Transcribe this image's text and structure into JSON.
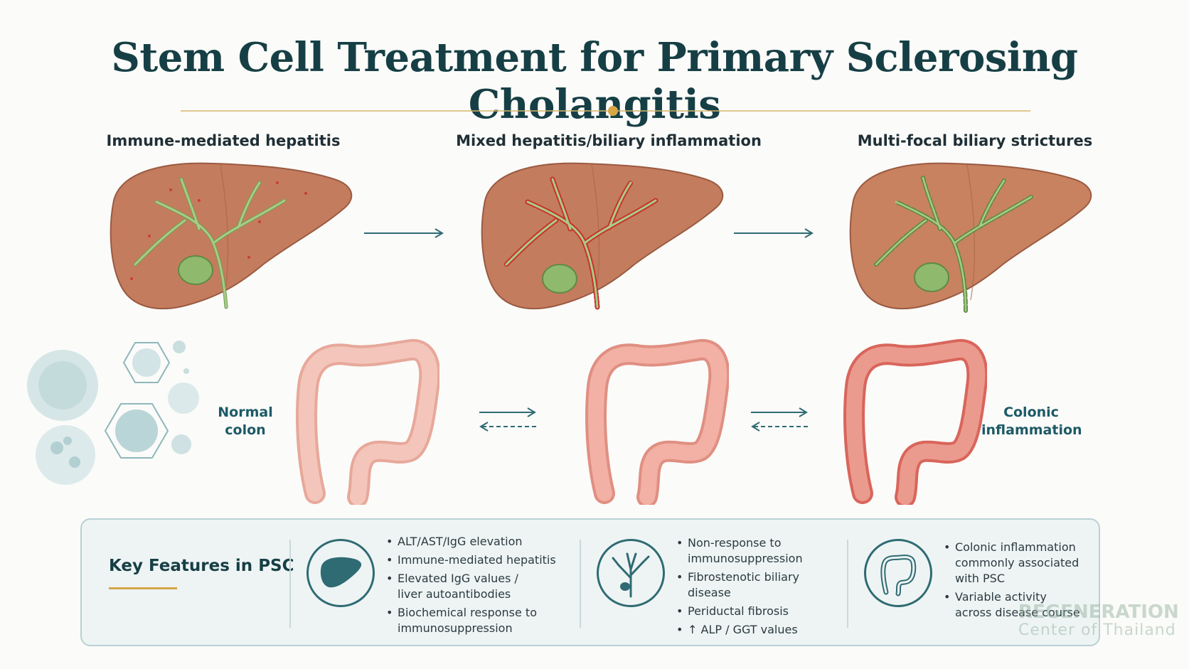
{
  "title": "Stem Cell Treatment for Primary Sclerosing Cholangitis",
  "stages": [
    {
      "label": "Immune-mediated hepatitis"
    },
    {
      "label": "Mixed hepatitis/biliary inflammation"
    },
    {
      "label": "Multi-focal biliary strictures"
    }
  ],
  "colon_labels": {
    "left_line1": "Normal",
    "left_line2": "colon",
    "right_line1": "Colonic",
    "right_line2": "inflammation"
  },
  "panel": {
    "title": "Key Features in PSC",
    "col1": {
      "icon": "liver-icon",
      "bullets": [
        "ALT/AST/IgG elevation",
        "Immune-mediated hepatitis",
        "Elevated IgG values /",
        "liver autoantibodies",
        "Biochemical response to",
        "immunosuppression"
      ]
    },
    "col2": {
      "icon": "bile-duct-icon",
      "bullets": [
        "Non-response to",
        "immunosuppression",
        "Fibrostenotic biliary disease",
        "Periductal fibrosis",
        "↑ ALP / GGT values"
      ]
    },
    "col3": {
      "icon": "colon-icon",
      "bullets": [
        "Colonic inflammation",
        "commonly associated",
        "with PSC",
        "Variable activity",
        "across disease course"
      ]
    }
  },
  "watermark": {
    "line1": "REGENERATION",
    "line2": "Center of Thailand"
  },
  "colors": {
    "title": "#163f45",
    "accent": "#d7a645",
    "teal": "#2f6b73",
    "liver": "#c2775a",
    "duct": "#9cc27a",
    "inflammation": "#c8302b"
  }
}
